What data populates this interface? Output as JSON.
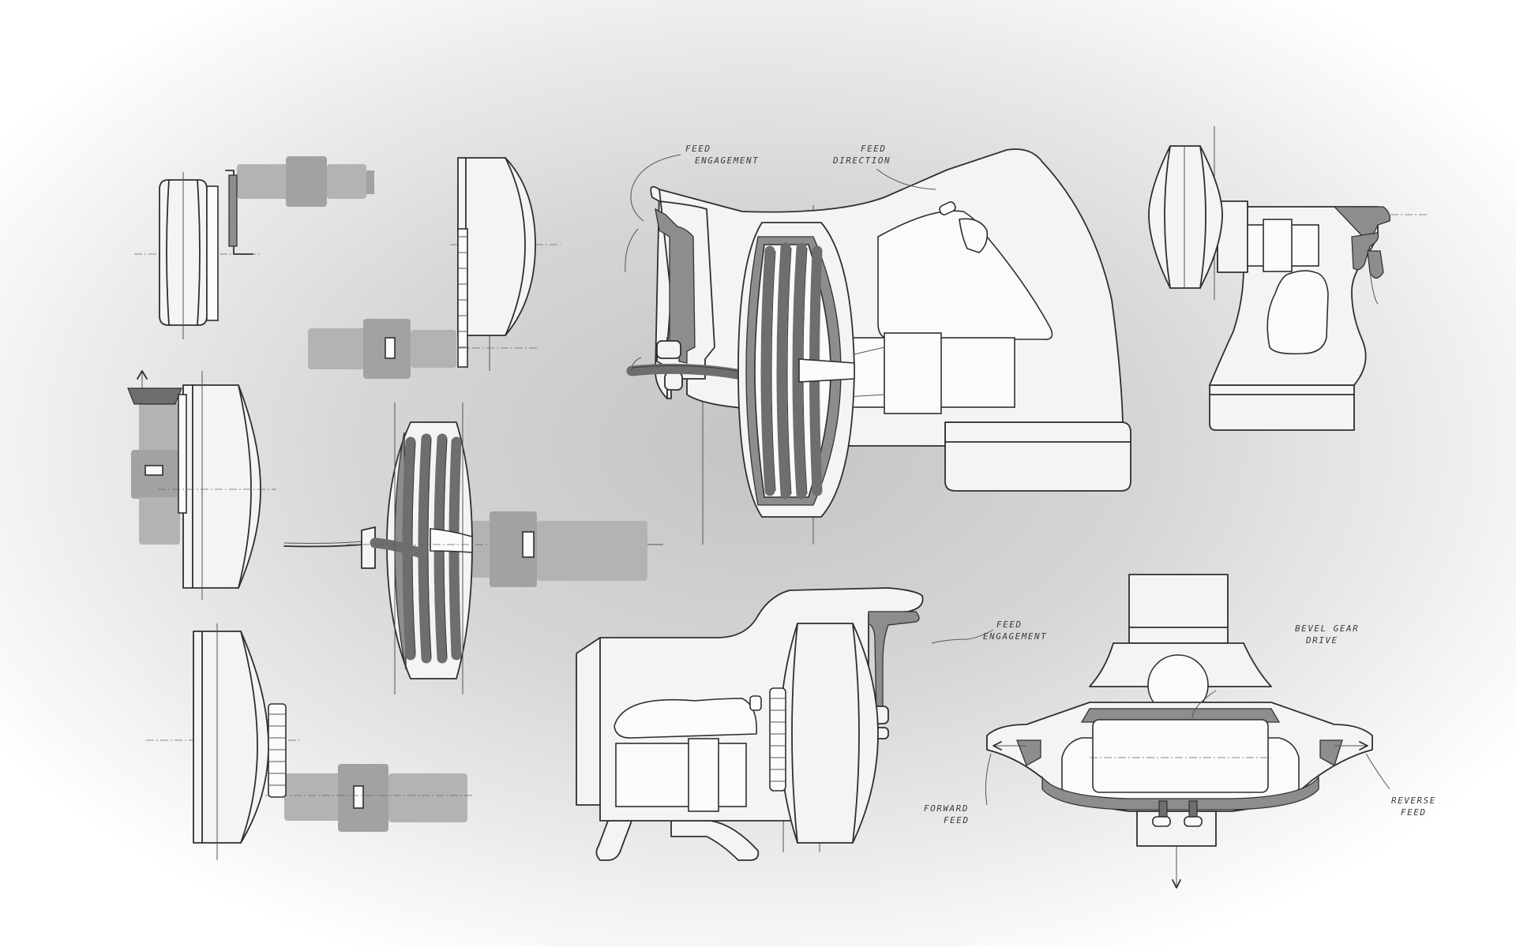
{
  "annotations": {
    "feed_engagement_top": [
      "FEED",
      "ENGAGEMENT"
    ],
    "feed_direction": [
      "FEED",
      "DIRECTION"
    ],
    "feed_engagement_bottom": [
      "FEED",
      "ENGAGEMENT"
    ],
    "bevel_gear_drive": [
      "BEVEL GEAR",
      "DRIVE"
    ],
    "forward_feed": [
      "FORWARD",
      "FEED"
    ],
    "reverse_feed": [
      "REVERSE",
      "FEED"
    ]
  },
  "colors": {
    "line": "#2f2f2f",
    "body_fill": "#f4f4f4",
    "mid_grey": "#8d8d8d",
    "dark_grey": "#6e6e6e",
    "motor_grey": "#b3b3b3"
  }
}
